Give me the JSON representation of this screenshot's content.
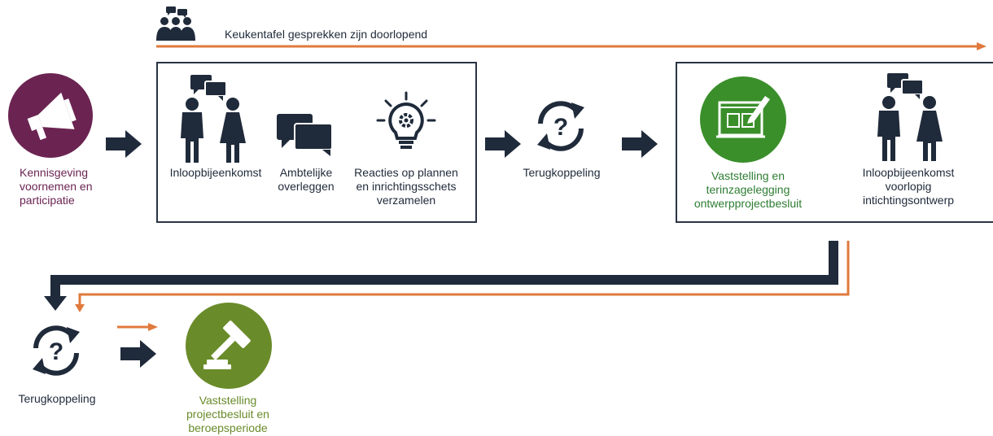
{
  "header": {
    "banner_text": "Keukentafel gesprekken zijn doorlopend",
    "icon": "meeting-group-icon"
  },
  "steps": {
    "kennisgeving": {
      "label": "Kennisgeving voornemen en participatie",
      "color": "#6b2452",
      "icon": "megaphone-icon"
    },
    "inloop1": {
      "label": "Inloopbijeenkomst",
      "icon": "people-talking-icon"
    },
    "ambtelijk": {
      "label": "Ambtelijke overleggen",
      "icon": "speech-bubbles-icon"
    },
    "reacties": {
      "label": "Reacties op plannen en inrichtingsschets verzamelen",
      "icon": "lightbulb-gear-icon"
    },
    "terug1": {
      "label": "Terugkoppeling",
      "icon": "refresh-question-icon"
    },
    "vaststelling_ontwerp": {
      "label": "Vaststelling en terinzagelegging ontwerpprojectbesluit",
      "color": "#3a8f2a",
      "icon": "blueprint-pencil-icon"
    },
    "inloop2": {
      "label": "Inloopbijeenkomst voorlopig intichtingsontwerp",
      "icon": "people-talking-icon"
    },
    "terug2": {
      "label": "Terugkoppeling",
      "icon": "refresh-question-icon"
    },
    "vaststelling_project": {
      "label": "Vaststelling projectbesluit en beroepsperiode",
      "color": "#6a8b2a",
      "icon": "gavel-icon"
    }
  },
  "colors": {
    "navy": "#1f2a3a",
    "orange": "#e07a3c",
    "purple": "#6b2452",
    "green": "#3a8f2a",
    "olive": "#6a8b2a"
  }
}
